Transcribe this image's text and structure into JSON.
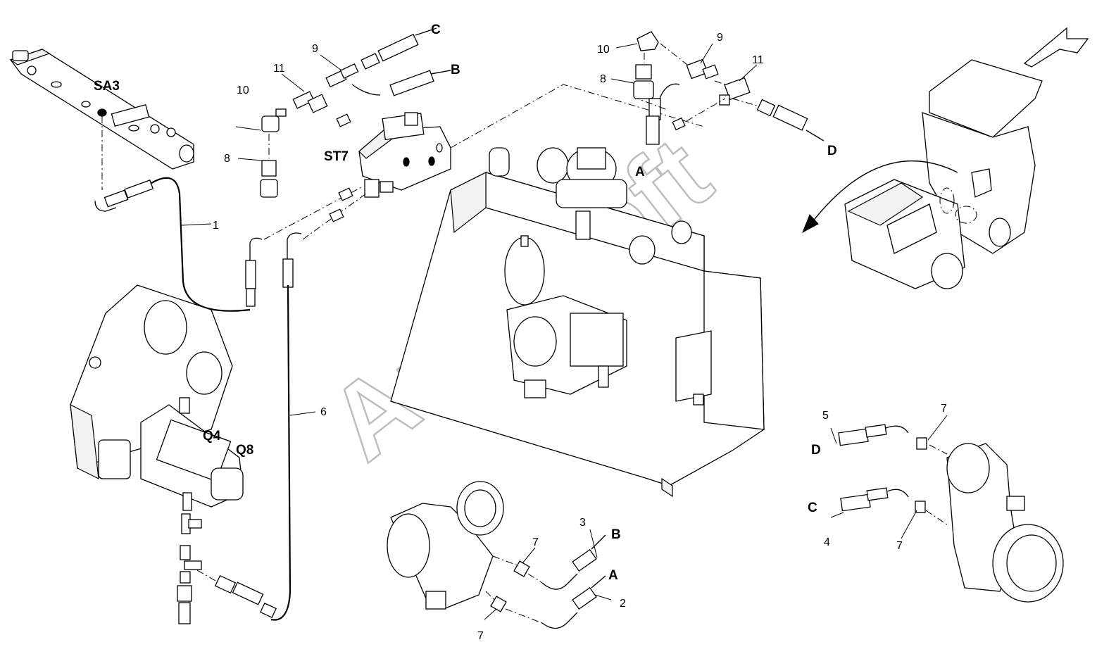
{
  "watermark": "AutoSoft",
  "group_labels": {
    "sa3": "SA3",
    "st7": "ST7",
    "q4": "Q4",
    "q8": "Q8"
  },
  "connection_letters": {
    "a_top": "A",
    "b_top": "B",
    "c_top": "C",
    "d_top": "D",
    "a_bottom": "A",
    "b_bottom": "B",
    "c_right": "C",
    "d_right": "D"
  },
  "callouts": {
    "n1": "1",
    "n2": "2",
    "n3": "3",
    "n4": "4",
    "n5": "5",
    "n6": "6",
    "n7_a": "7",
    "n7_b": "7",
    "n7_c": "7",
    "n7_d": "7",
    "n8_left": "8",
    "n8_right": "8",
    "n9_left": "9",
    "n9_right": "9",
    "n10_left": "10",
    "n10_right": "10",
    "n11_left": "11",
    "n11_right": "11"
  }
}
